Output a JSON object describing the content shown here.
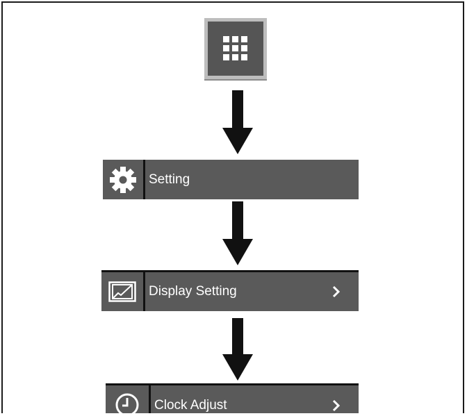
{
  "menu_button": {
    "icon": "grid-menu-icon"
  },
  "steps": [
    {
      "label": "Setting",
      "icon": "gear-icon",
      "has_chevron": false
    },
    {
      "label": "Display Setting",
      "icon": "display-icon",
      "has_chevron": true,
      "chevron": "chevron-right-icon"
    },
    {
      "label": "Clock Adjust",
      "icon": "clock-icon",
      "has_chevron": true,
      "chevron": "chevron-right-icon"
    }
  ],
  "colors": {
    "bar": "#5a5a5a",
    "menu_inner": "#555555",
    "menu_frame": "#bdbdbd",
    "arrow": "#111111",
    "text": "#ffffff"
  }
}
